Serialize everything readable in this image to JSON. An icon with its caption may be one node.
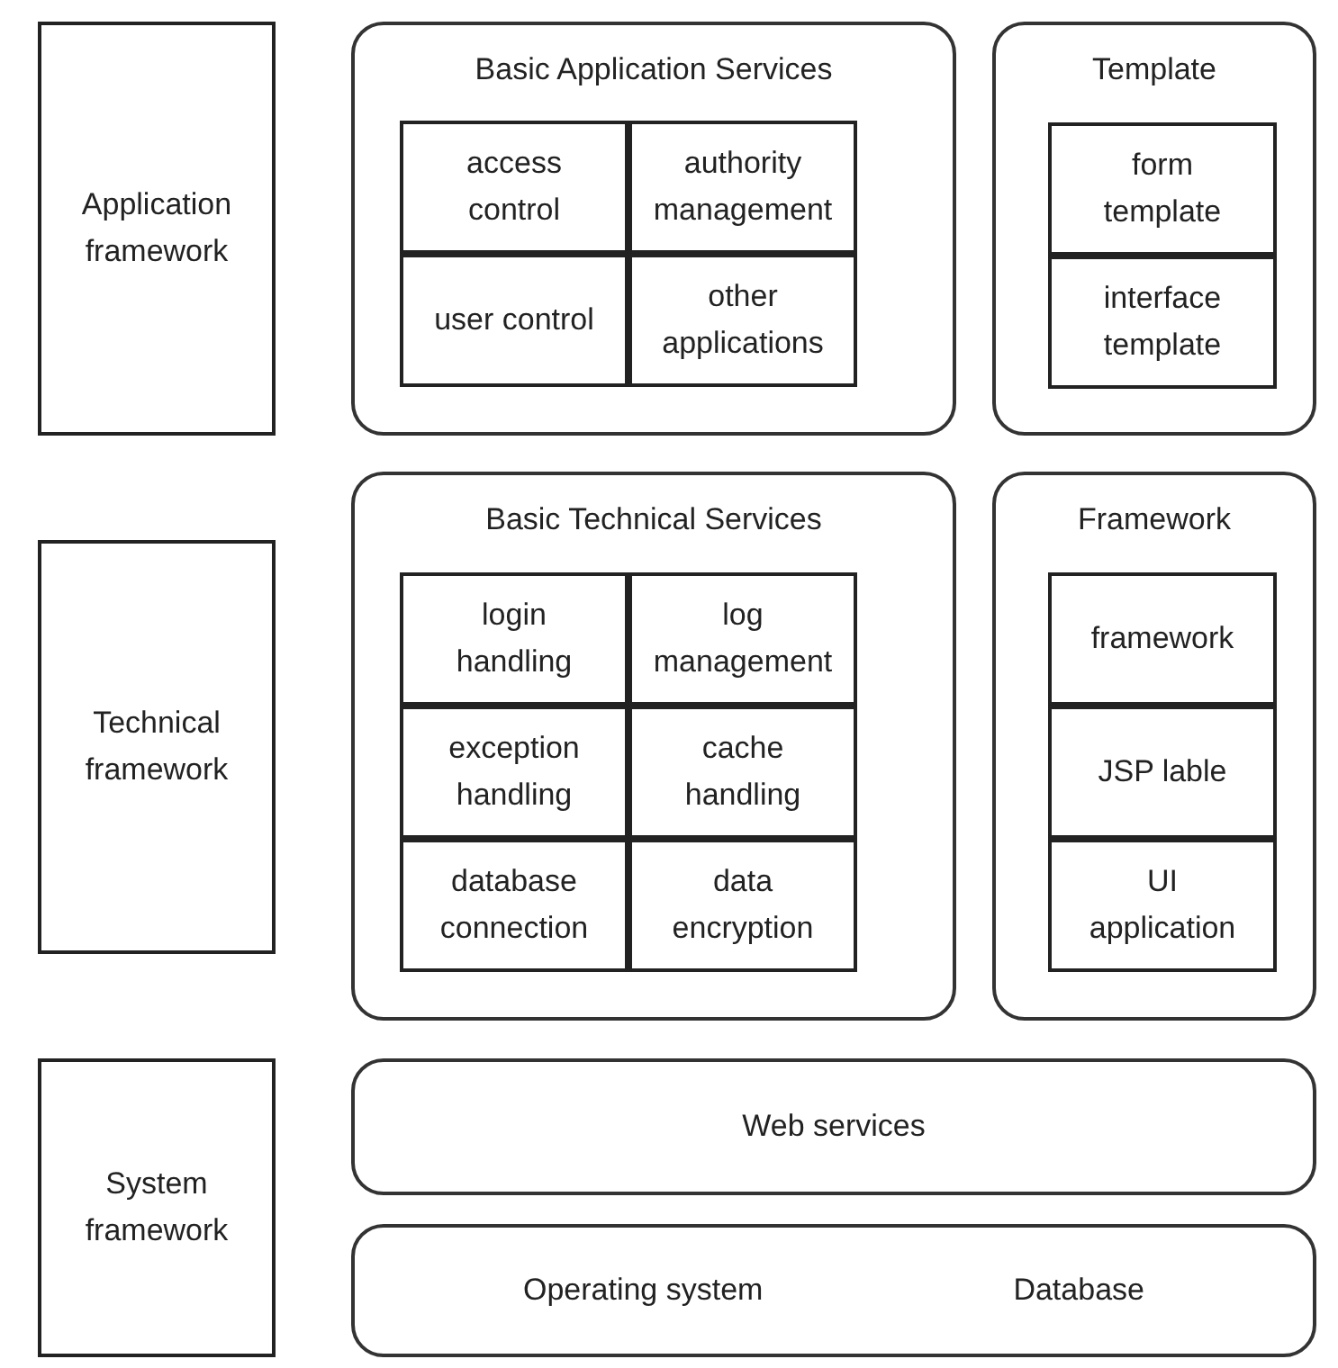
{
  "diagram": {
    "nodes": [
      {
        "text": [
          "Application framework"
        ]
      },
      {
        "text": [
          "Basic Application Services"
        ]
      },
      {
        "text": [
          "access control"
        ],
        "in": 1
      },
      {
        "text": [
          "authority management"
        ],
        "in": 1
      },
      {
        "text": [
          "user control"
        ],
        "in": 1
      },
      {
        "text": [
          "other applications"
        ],
        "in": 1
      },
      {
        "text": [
          "Template"
        ]
      },
      {
        "text": [
          "form template"
        ],
        "in": 6
      },
      {
        "text": [
          "interface template"
        ],
        "in": 6
      },
      {
        "text": [
          "Technical framework"
        ]
      },
      {
        "text": [
          "Basic Technical Services"
        ]
      },
      {
        "text": [
          "login handling"
        ],
        "in": 10
      },
      {
        "text": [
          "log management"
        ],
        "in": 10
      },
      {
        "text": [
          "exception handling"
        ],
        "in": 10
      },
      {
        "text": [
          "cache handling"
        ],
        "in": 10
      },
      {
        "text": [
          "database connection"
        ],
        "in": 10
      },
      {
        "text": [
          "data encryption"
        ],
        "in": 10
      },
      {
        "text": [
          "Framework"
        ]
      },
      {
        "text": [
          "framework"
        ],
        "in": 17
      },
      {
        "text": [
          "JSP lable"
        ],
        "in": 17
      },
      {
        "text": [
          "UI application"
        ],
        "in": 17
      },
      {
        "text": [
          "System framework"
        ]
      },
      {
        "text": [
          "Web services"
        ]
      },
      {
        "text": [
          "Operating system",
          "Database"
        ]
      }
    ]
  }
}
